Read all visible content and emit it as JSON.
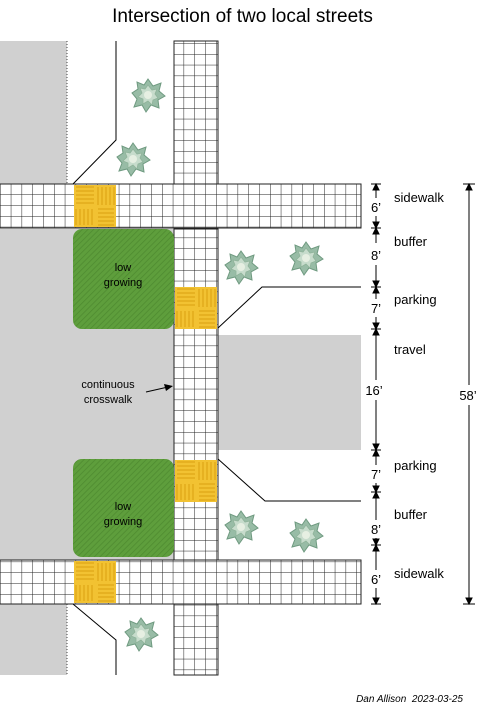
{
  "title": "Intersection of two local streets",
  "labels": {
    "sidewalk_top": "sidewalk",
    "buffer_top": "buffer",
    "parking_top": "parking",
    "travel": "travel",
    "parking_bottom": "parking",
    "buffer_bottom": "buffer",
    "sidewalk_bottom": "sidewalk"
  },
  "dimensions": {
    "sidewalk_top": "6’",
    "buffer_top": "8’",
    "parking_top": "7’",
    "travel": "16’",
    "parking_bottom": "7’",
    "buffer_bottom": "8’",
    "sidewalk_bottom": "6’",
    "total": "58’"
  },
  "planters": {
    "top": [
      "low",
      "growing"
    ],
    "bottom": [
      "low",
      "growing"
    ]
  },
  "crosswalk_label": [
    "continuous",
    "crosswalk"
  ],
  "credit": "Dan Allison  2023-03-25",
  "colors": {
    "roadway": "#d0d0d0",
    "planter": "#5a9a3a",
    "tactile_pad": "#f0c030",
    "shrub": "#9fc0aa"
  },
  "icons": [
    "shrub-icon"
  ]
}
